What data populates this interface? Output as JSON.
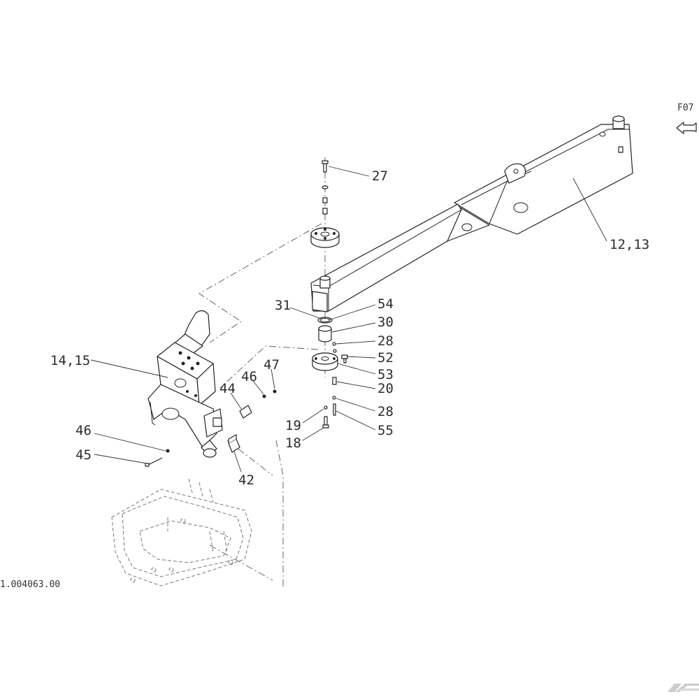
{
  "sheet": {
    "page_ref": "F07",
    "drawing_number": "1.004063.00",
    "callouts": {
      "c27": "27",
      "c12_13": "12,13",
      "c31": "31",
      "c54": "54",
      "c30": "30",
      "c28a": "28",
      "c52": "52",
      "c53": "53",
      "c20": "20",
      "c28b": "28",
      "c55": "55",
      "c19": "19",
      "c18": "18",
      "c14_15": "14,15",
      "c47": "47",
      "c46a": "46",
      "c44": "44",
      "c46b": "46",
      "c45": "45",
      "c42": "42"
    }
  },
  "colors": {
    "line": "#222222",
    "ghost": "#777777",
    "background": "#ffffff"
  },
  "icons": {
    "nav_arrow": "left-arrow-icon",
    "brand": "brand-logo-icon"
  }
}
